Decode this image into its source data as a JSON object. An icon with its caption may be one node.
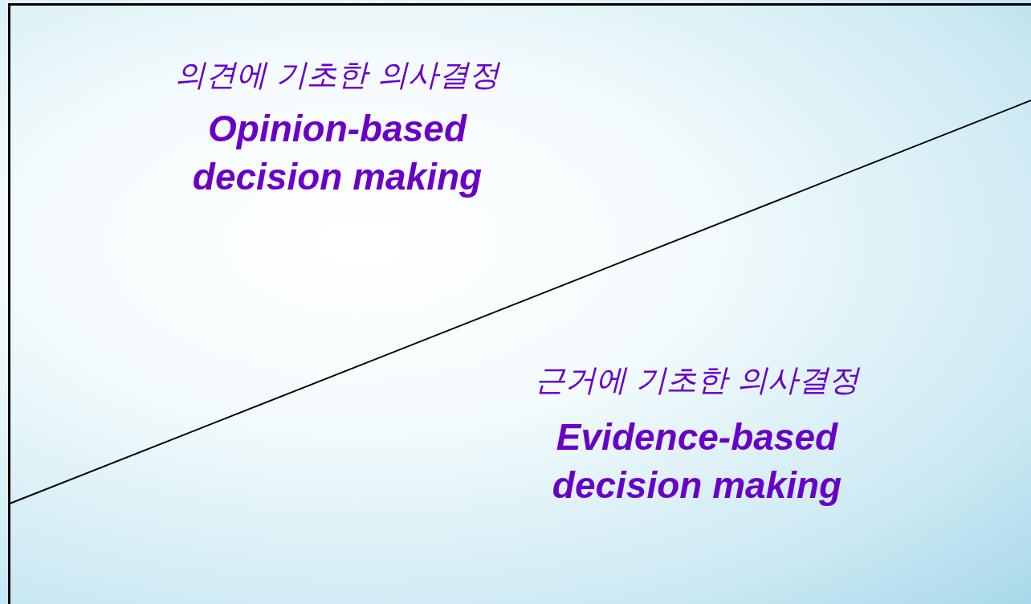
{
  "diagram": {
    "labels": [
      "의견에 기초한 의사결정",
      "Opinion-based decision making",
      "근거에 기초한 의사결정",
      "Evidence-based decision making"
    ]
  }
}
